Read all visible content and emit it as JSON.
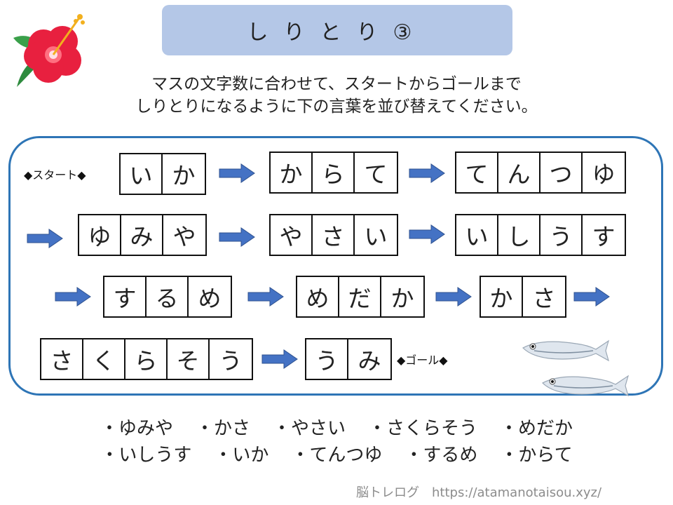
{
  "title": "しりとり③",
  "instructions": [
    "マスの文字数に合わせて、スタートからゴールまで",
    "しりとりになるように下の言葉を並び替えてください。"
  ],
  "start_label": "◆スタート◆",
  "goal_label": "◆ゴール◆",
  "chain": [
    [
      "い",
      "か"
    ],
    [
      "か",
      "ら",
      "て"
    ],
    [
      "て",
      "ん",
      "つ",
      "ゆ"
    ],
    [
      "ゆ",
      "み",
      "や"
    ],
    [
      "や",
      "さ",
      "い"
    ],
    [
      "い",
      "し",
      "う",
      "す"
    ],
    [
      "す",
      "る",
      "め"
    ],
    [
      "め",
      "だ",
      "か"
    ],
    [
      "か",
      "さ"
    ],
    [
      "さ",
      "く",
      "ら",
      "そ",
      "う"
    ],
    [
      "う",
      "み"
    ]
  ],
  "word_options": [
    [
      "・ゆみや",
      "・かさ",
      "・やさい",
      "・さくらそう",
      "・めだか"
    ],
    [
      "・いしうす",
      "・いか",
      "・てんつゆ",
      "・するめ",
      "・からて"
    ]
  ],
  "footer": "脳トレログ　https://atamanotaisou.xyz/",
  "colors": {
    "title_bg": "#b4c7e7",
    "board_border": "#2e75b6",
    "arrow": "#4472c4"
  }
}
